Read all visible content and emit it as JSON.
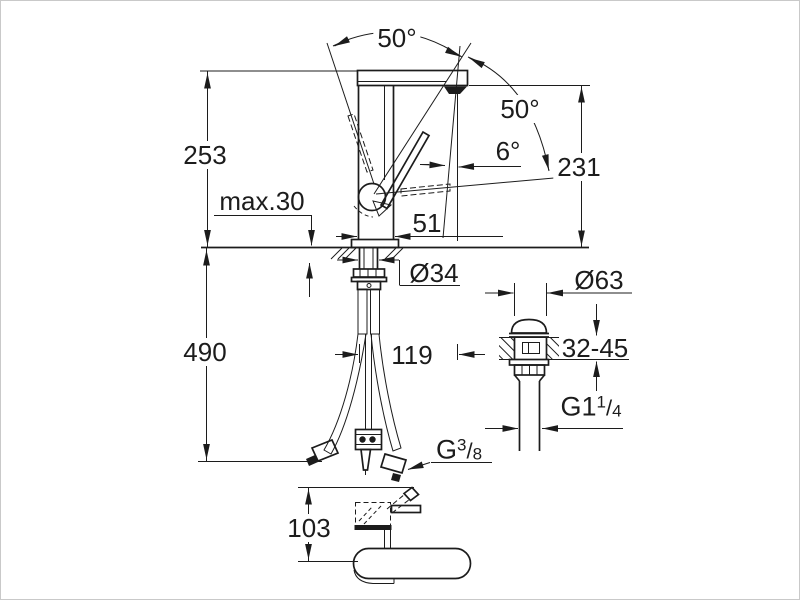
{
  "drawing": {
    "type": "faucet-technical-dimension-drawing",
    "labels": {
      "angle_spout_swivel_left": "50°",
      "angle_spout_swivel_right": "50°",
      "angle_lever_tilt": "6°",
      "height_above_deck": "253",
      "deck_thickness_max": "max.30",
      "body_depth": "51",
      "spout_height": "231",
      "hole_diameter": "Ø34",
      "length_below_deck": "490",
      "hose_offset": "119",
      "drain_flange_diameter": "Ø63",
      "drain_deck_range": "32-45",
      "top_view_depth": "103",
      "supply_thread": {
        "base": "G",
        "sup": "3",
        "slash": "/",
        "den": "8"
      },
      "drain_thread": {
        "base": "G1",
        "sup": "1",
        "slash": "/",
        "den": "4"
      }
    },
    "colors": {
      "line": "#1c1c1c",
      "background": "#ffffff",
      "border": "#c9c9c9"
    }
  }
}
